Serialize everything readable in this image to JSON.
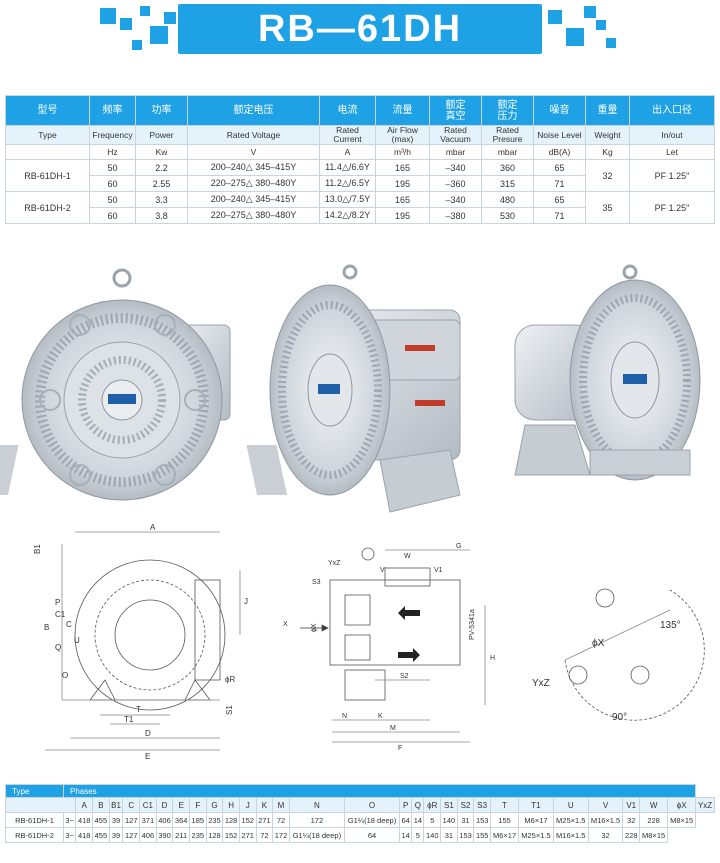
{
  "title": "RB—61DH",
  "spec_table": {
    "headers_cn": [
      "型号",
      "频率",
      "功率",
      "额定电压",
      "电流",
      "流量",
      "额定\n真空",
      "额定\n压力",
      "噪音",
      "重量",
      "出入口径"
    ],
    "headers_en": [
      "Type",
      "Frequency",
      "Power",
      "Rated Voltage",
      "Rated\nCurrent",
      "Air Flow\n(max)",
      "Rated\nVacuum",
      "Rated\nPresure",
      "Noise Level",
      "Weight",
      "In/out"
    ],
    "units": [
      "",
      "Hz",
      "Kw",
      "V",
      "A",
      "m³/h",
      "mbar",
      "mbar",
      "dB(A)",
      "Kg",
      "Let"
    ],
    "models": [
      {
        "name": "RB-61DH-1",
        "weight": "32",
        "inout": "PF 1.25\"",
        "rows": [
          {
            "freq": "50",
            "power": "2.2",
            "voltage": "200–240△ 345–415Y",
            "current": "11.4△/6.6Y",
            "flow": "165",
            "vacuum": "–340",
            "pressure": "360",
            "noise": "65"
          },
          {
            "freq": "60",
            "power": "2.55",
            "voltage": "220–275△ 380–480Y",
            "current": "11.2△/6.5Y",
            "flow": "195",
            "vacuum": "–360",
            "pressure": "315",
            "noise": "71"
          }
        ]
      },
      {
        "name": "RB-61DH-2",
        "weight": "35",
        "inout": "PF 1.25\"",
        "rows": [
          {
            "freq": "50",
            "power": "3.3",
            "voltage": "200–240△ 345–415Y",
            "current": "13.0△/7.5Y",
            "flow": "165",
            "vacuum": "–340",
            "pressure": "480",
            "noise": "65"
          },
          {
            "freq": "60",
            "power": "3.8",
            "voltage": "220–275△ 380–480Y",
            "current": "14.2△/8.2Y",
            "flow": "195",
            "vacuum": "–380",
            "pressure": "530",
            "noise": "71"
          }
        ]
      }
    ]
  },
  "drawing_labels": {
    "A": "A",
    "B1": "B1",
    "B": "B",
    "P": "P",
    "C1": "C1",
    "C": "C",
    "Q": "Q",
    "U": "U",
    "O": "O",
    "J": "J",
    "T": "T",
    "T1": "T1",
    "D": "D",
    "E": "E",
    "R": "ϕR",
    "S1": "S1",
    "YxZ": "YxZ",
    "V": "V",
    "W": "W",
    "V1": "V1",
    "G": "G",
    "S3": "S3",
    "X": "ϕX",
    "Xarrow": "X",
    "model_stamp": "PV-5341a",
    "S2": "S2",
    "H": "H",
    "N": "N",
    "K": "K",
    "M": "M",
    "F": "F",
    "angle_135": "135°",
    "angle_90": "90°",
    "phiX": "ϕX",
    "YxZ2": "YxZ"
  },
  "dims_table": {
    "type_label": "Type",
    "phases_label": "Phases",
    "columns": [
      "A",
      "B",
      "B1",
      "C",
      "C1",
      "D",
      "E",
      "F",
      "G",
      "H",
      "J",
      "K",
      "M",
      "N",
      "O",
      "P",
      "Q",
      "ϕR",
      "S1",
      "S2",
      "S3",
      "T",
      "T1",
      "U",
      "V",
      "V1",
      "W",
      "ϕX",
      "YxZ"
    ],
    "rows": [
      {
        "type": "RB-61DH-1",
        "phases": "3~",
        "values": [
          "418",
          "455",
          "39",
          "127",
          "371",
          "406",
          "364",
          "185",
          "235",
          "128",
          "152",
          "271",
          "72",
          "172",
          "G1¼(18 deep)",
          "64",
          "14",
          "5",
          "140",
          "31",
          "153",
          "155",
          "M6×17",
          "M25×1.5",
          "M16×1.5",
          "32",
          "228",
          "M8×15"
        ]
      },
      {
        "type": "RB-61DH-2",
        "phases": "3~",
        "values": [
          "418",
          "455",
          "39",
          "127",
          "406",
          "390",
          "211",
          "235",
          "128",
          "152",
          "271",
          "72",
          "172",
          "G1¼(18 deep)",
          "64",
          "14",
          "5",
          "140",
          "31",
          "153",
          "155",
          "M6×17",
          "M25×1.5",
          "M16×1.5",
          "32",
          "228",
          "M8×15"
        ]
      }
    ]
  },
  "colors": {
    "accent": "#1fa1e6",
    "header_light": "#e4f2fb"
  }
}
